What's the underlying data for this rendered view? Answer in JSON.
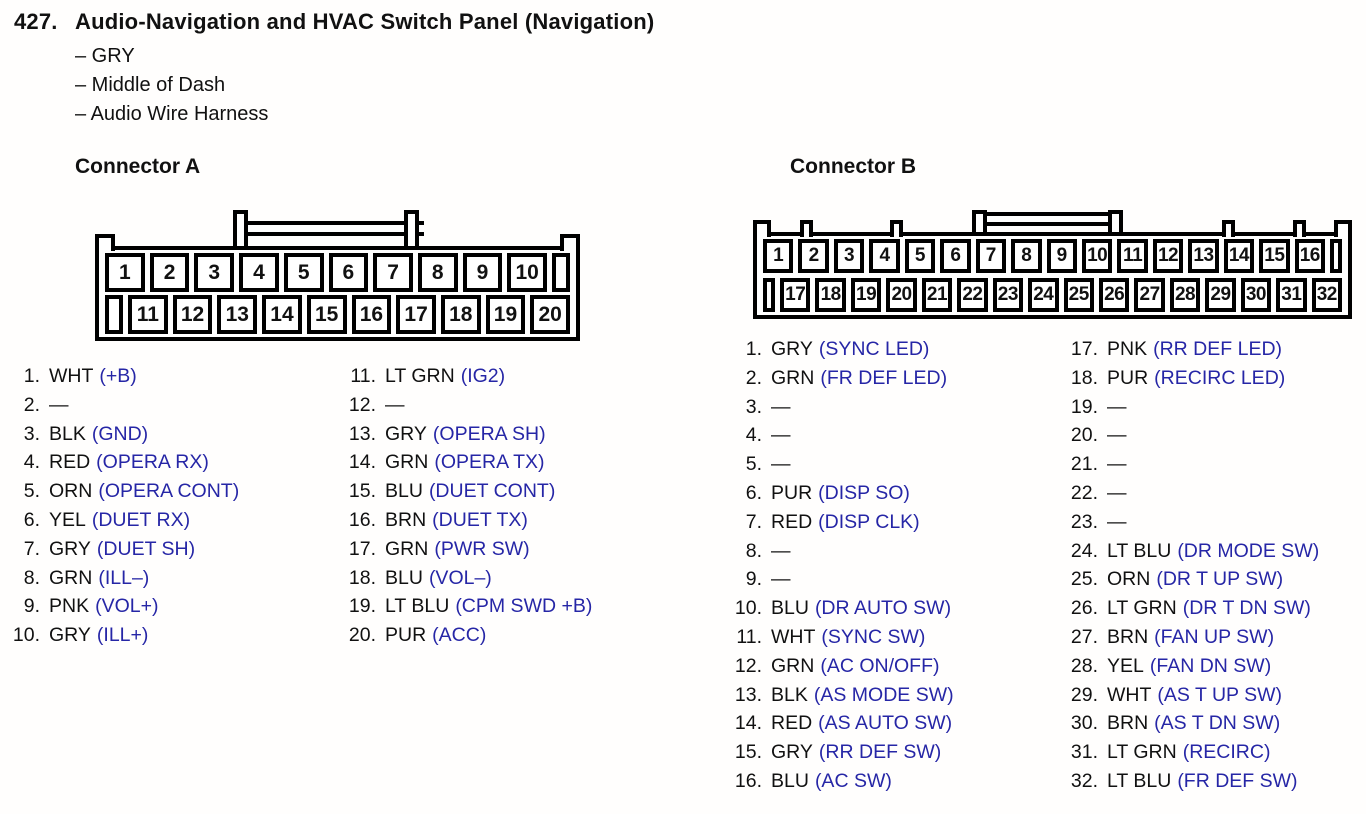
{
  "colors": {
    "signal_blue": "#2626a6",
    "text_black": "#111111",
    "page_background": "#fffefd"
  },
  "header": {
    "item_number": "427.",
    "title": "Audio-Navigation and HVAC Switch Panel (Navigation)",
    "details": [
      "– GRY",
      "– Middle of Dash",
      "– Audio Wire Harness"
    ]
  },
  "connector_a": {
    "label": "Connector A",
    "diagram": {
      "top_cells": [
        "1",
        "2",
        "3",
        "4",
        "5",
        "6",
        "7",
        "8",
        "9",
        "10",
        ""
      ],
      "bottom_cells": [
        "",
        "11",
        "12",
        "13",
        "14",
        "15",
        "16",
        "17",
        "18",
        "19",
        "20"
      ]
    },
    "pins_left": [
      {
        "num": "1.",
        "wire": "WHT",
        "signal": "(+B)"
      },
      {
        "num": "2.",
        "wire": "—",
        "signal": ""
      },
      {
        "num": "3.",
        "wire": "BLK",
        "signal": "(GND)"
      },
      {
        "num": "4.",
        "wire": "RED",
        "signal": "(OPERA RX)"
      },
      {
        "num": "5.",
        "wire": "ORN",
        "signal": "(OPERA CONT)"
      },
      {
        "num": "6.",
        "wire": "YEL",
        "signal": "(DUET RX)"
      },
      {
        "num": "7.",
        "wire": "GRY",
        "signal": "(DUET SH)"
      },
      {
        "num": "8.",
        "wire": "GRN",
        "signal": "(ILL–)"
      },
      {
        "num": "9.",
        "wire": "PNK",
        "signal": "(VOL+)"
      },
      {
        "num": "10.",
        "wire": "GRY",
        "signal": "(ILL+)"
      }
    ],
    "pins_right": [
      {
        "num": "11.",
        "wire": "LT GRN",
        "signal": "(IG2)"
      },
      {
        "num": "12.",
        "wire": "—",
        "signal": ""
      },
      {
        "num": "13.",
        "wire": "GRY",
        "signal": "(OPERA SH)"
      },
      {
        "num": "14.",
        "wire": "GRN",
        "signal": "(OPERA TX)"
      },
      {
        "num": "15.",
        "wire": "BLU",
        "signal": "(DUET CONT)"
      },
      {
        "num": "16.",
        "wire": "BRN",
        "signal": "(DUET TX)"
      },
      {
        "num": "17.",
        "wire": "GRN",
        "signal": "(PWR SW)"
      },
      {
        "num": "18.",
        "wire": "BLU",
        "signal": "(VOL–)"
      },
      {
        "num": "19.",
        "wire": "LT BLU",
        "signal": "(CPM SWD +B)"
      },
      {
        "num": "20.",
        "wire": "PUR",
        "signal": "(ACC)"
      }
    ]
  },
  "connector_b": {
    "label": "Connector B",
    "diagram": {
      "top_cells": [
        "1",
        "2",
        "3",
        "4",
        "5",
        "6",
        "7",
        "8",
        "9",
        "10",
        "11",
        "12",
        "13",
        "14",
        "15",
        "16",
        ""
      ],
      "bottom_cells": [
        "",
        "17",
        "18",
        "19",
        "20",
        "21",
        "22",
        "23",
        "24",
        "25",
        "26",
        "27",
        "28",
        "29",
        "30",
        "31",
        "32"
      ]
    },
    "pins_left": [
      {
        "num": "1.",
        "wire": "GRY",
        "signal": "(SYNC LED)"
      },
      {
        "num": "2.",
        "wire": "GRN",
        "signal": "(FR DEF LED)"
      },
      {
        "num": "3.",
        "wire": "—",
        "signal": ""
      },
      {
        "num": "4.",
        "wire": "—",
        "signal": ""
      },
      {
        "num": "5.",
        "wire": "—",
        "signal": ""
      },
      {
        "num": "6.",
        "wire": "PUR",
        "signal": "(DISP SO)"
      },
      {
        "num": "7.",
        "wire": "RED",
        "signal": "(DISP CLK)"
      },
      {
        "num": "8.",
        "wire": "—",
        "signal": ""
      },
      {
        "num": "9.",
        "wire": "—",
        "signal": ""
      },
      {
        "num": "10.",
        "wire": "BLU",
        "signal": "(DR AUTO SW)"
      },
      {
        "num": "11.",
        "wire": "WHT",
        "signal": "(SYNC SW)"
      },
      {
        "num": "12.",
        "wire": "GRN",
        "signal": "(AC ON/OFF)"
      },
      {
        "num": "13.",
        "wire": "BLK",
        "signal": "(AS MODE SW)"
      },
      {
        "num": "14.",
        "wire": "RED",
        "signal": "(AS AUTO SW)"
      },
      {
        "num": "15.",
        "wire": "GRY",
        "signal": "(RR DEF SW)"
      },
      {
        "num": "16.",
        "wire": "BLU",
        "signal": "(AC SW)"
      }
    ],
    "pins_right": [
      {
        "num": "17.",
        "wire": "PNK",
        "signal": "(RR DEF LED)"
      },
      {
        "num": "18.",
        "wire": "PUR",
        "signal": "(RECIRC LED)"
      },
      {
        "num": "19.",
        "wire": "—",
        "signal": ""
      },
      {
        "num": "20.",
        "wire": "—",
        "signal": ""
      },
      {
        "num": "21.",
        "wire": "—",
        "signal": ""
      },
      {
        "num": "22.",
        "wire": "—",
        "signal": ""
      },
      {
        "num": "23.",
        "wire": "—",
        "signal": ""
      },
      {
        "num": "24.",
        "wire": "LT BLU",
        "signal": "(DR MODE SW)"
      },
      {
        "num": "25.",
        "wire": "ORN",
        "signal": "(DR T UP SW)"
      },
      {
        "num": "26.",
        "wire": "LT GRN",
        "signal": "(DR T DN SW)"
      },
      {
        "num": "27.",
        "wire": "BRN",
        "signal": "(FAN UP SW)"
      },
      {
        "num": "28.",
        "wire": "YEL",
        "signal": "(FAN DN SW)"
      },
      {
        "num": "29.",
        "wire": "WHT",
        "signal": "(AS T UP SW)"
      },
      {
        "num": "30.",
        "wire": "BRN",
        "signal": "(AS T DN SW)"
      },
      {
        "num": "31.",
        "wire": "LT GRN",
        "signal": "(RECIRC)"
      },
      {
        "num": "32.",
        "wire": "LT BLU",
        "signal": "(FR DEF SW)"
      }
    ]
  }
}
